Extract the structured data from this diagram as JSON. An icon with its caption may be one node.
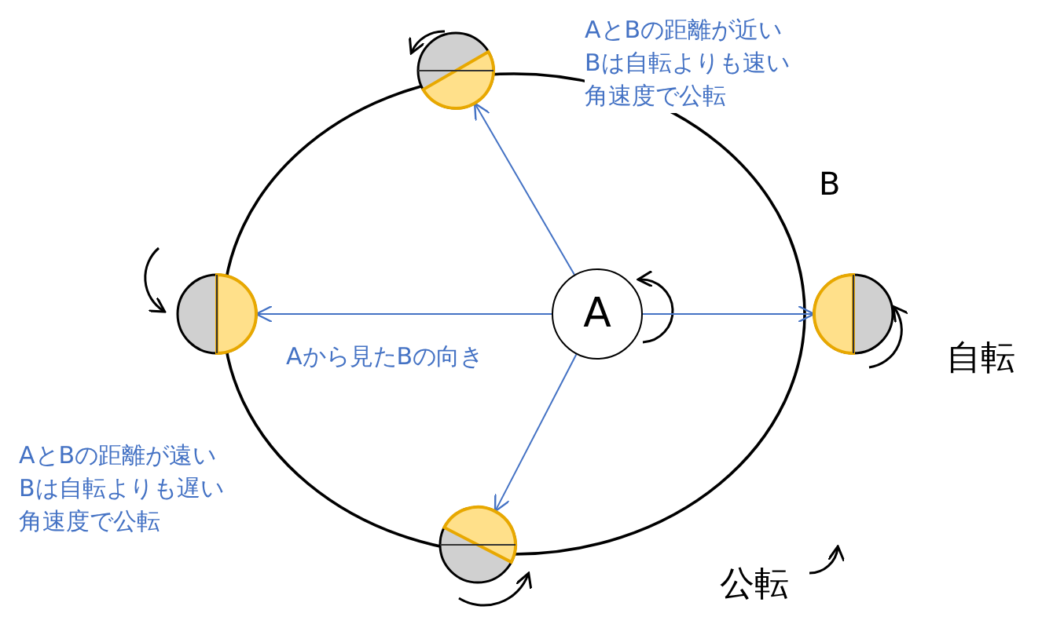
{
  "diagram": {
    "nodes": [
      {
        "text": [
          "A"
        ]
      },
      {
        "text": [],
        "shape": "circle"
      },
      {
        "text": [],
        "shape": "circle"
      },
      {
        "text": [],
        "shape": "circle",
        "beside": [
          "B"
        ]
      },
      {
        "text": [],
        "shape": "circle"
      }
    ],
    "edges": [
      {
        "from": 0,
        "to": 1,
        "arrow": "to"
      },
      {
        "from": 0,
        "to": 2,
        "arrow": "to",
        "label": "Aから見たBの向き"
      },
      {
        "from": 0,
        "to": 3,
        "arrow": "to"
      },
      {
        "from": 0,
        "to": 4,
        "arrow": "to"
      }
    ],
    "labels": [
      "AとBの距離が近い",
      "Bは自転よりも速い",
      "角速度で公転",
      "AとBの距離が遠い",
      "Bは自転よりも遅い",
      "角速度で公転",
      "自転",
      "公転"
    ]
  }
}
